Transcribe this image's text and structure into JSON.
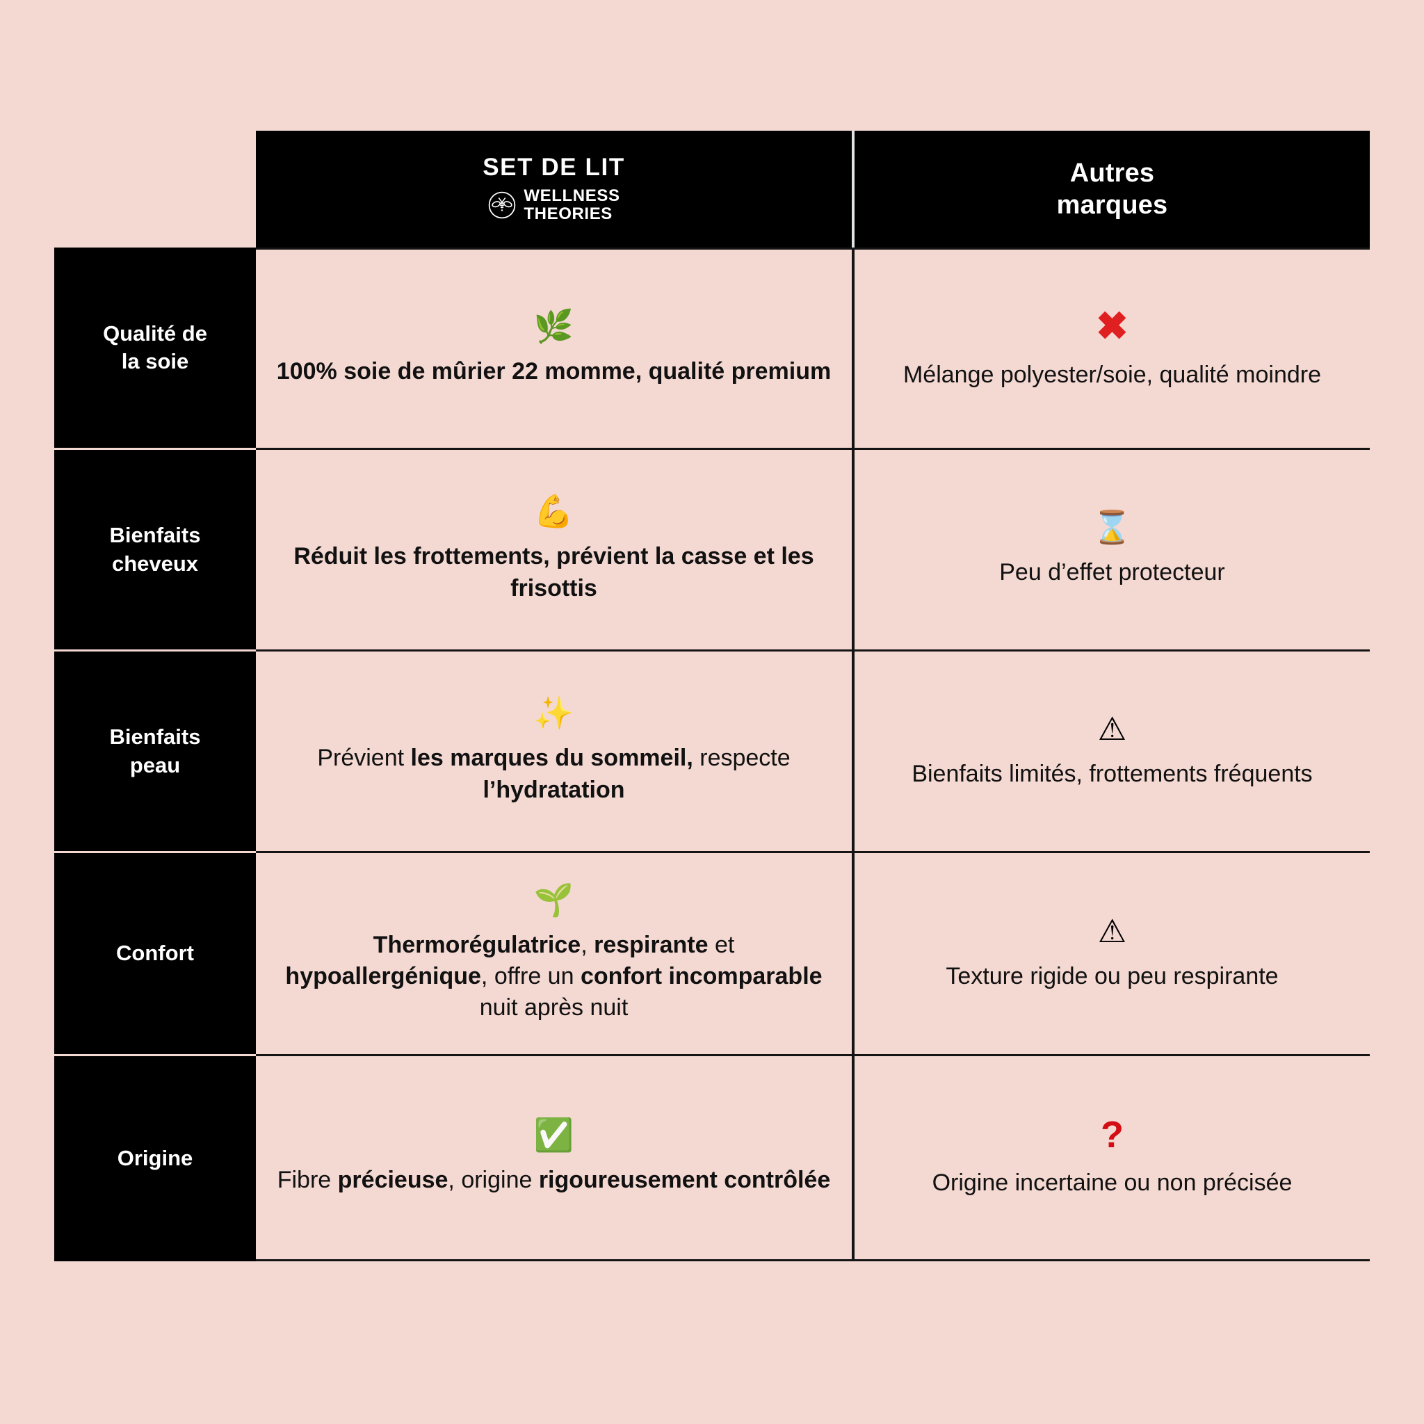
{
  "theme": {
    "background": "#F4D8D2",
    "header_bg": "#000000",
    "header_text": "#FFFFFF",
    "body_text": "#111111",
    "border": "#141414",
    "accent_red": "#E02020"
  },
  "header": {
    "brand": {
      "title": "SET DE LIT",
      "logo_icon": "bee-logo",
      "wordmark_line1": "WELLNESS",
      "wordmark_line2": "THEORIES"
    },
    "other": {
      "line1": "Autres",
      "line2": "marques"
    }
  },
  "rows": [
    {
      "label": "Qualité de\nla soie",
      "label_line1": "Qualité de",
      "label_line2": "la soie",
      "brand": {
        "icon": "herb-leaf-emoji",
        "icon_glyph": "🌿",
        "text": "100% soie de mûrier 22 momme, qualité premium",
        "bold": true
      },
      "other": {
        "icon": "red-cross-mark",
        "icon_glyph": "✖",
        "text": "Mélange polyester/soie, qualité moindre"
      }
    },
    {
      "label_line1": "Bienfaits",
      "label_line2": "cheveux",
      "brand": {
        "icon": "flexed-biceps-emoji",
        "icon_glyph": "💪",
        "text": "Réduit les frottements, prévient la casse et les frisottis",
        "bold": true
      },
      "other": {
        "icon": "hourglass-emoji",
        "icon_glyph": "⌛",
        "text": "Peu d’effet protecteur"
      }
    },
    {
      "label_line1": "Bienfaits",
      "label_line2": "peau",
      "brand": {
        "icon": "sparkles-emoji",
        "icon_glyph": "✨",
        "text_html": "Prévient <b>les marques du sommeil,</b> respecte <b>l’hydratation</b>",
        "text_plain": "Prévient les marques du sommeil, respecte l’hydratation"
      },
      "other": {
        "icon": "warning-triangle-emoji",
        "icon_glyph": "⚠",
        "text": "Bienfaits limités, frottements fréquents"
      }
    },
    {
      "label_line1": "Confort",
      "label_line2": "",
      "brand": {
        "icon": "seedling-emoji",
        "icon_glyph": "🌱",
        "text_html": "<b>Thermorégulatrice</b>, <b>respirante</b> et <b>hypoallergénique</b>, offre un <b>confort incomparable</b> nuit après nuit",
        "text_plain": "Thermorégulatrice, respirante et hypoallergénique, offre un confort incomparable nuit après nuit"
      },
      "other": {
        "icon": "warning-triangle-emoji",
        "icon_glyph": "⚠",
        "text": "Texture rigide ou peu respirante"
      }
    },
    {
      "label_line1": "Origine",
      "label_line2": "",
      "brand": {
        "icon": "green-check-mark-emoji",
        "icon_glyph": "✅",
        "text_html": "Fibre <b>précieuse</b>, origine <b>rigoureusement contrôlée</b>",
        "text_plain": "Fibre précieuse, origine rigoureusement contrôlée"
      },
      "other": {
        "icon": "red-question-mark",
        "icon_glyph": "?",
        "text": "Origine incertaine ou non précisée"
      }
    }
  ]
}
